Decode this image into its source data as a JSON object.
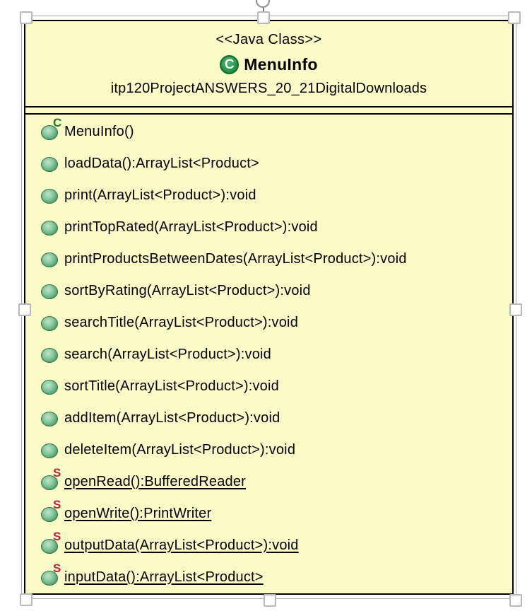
{
  "window": {
    "background_color": "#ffffff"
  },
  "class_box": {
    "stereotype": "<<Java Class>>",
    "class_icon_letter": "C",
    "class_name": "MenuInfo",
    "package_name": "itp120ProjectANSWERS_20_21DigitalDownloads",
    "badges": {
      "constructor_label": "C",
      "static_label": "S"
    },
    "colors": {
      "box_fill": "#fbfbc8",
      "box_border": "#000000",
      "class_icon_green": "#2c9a4e",
      "method_icon_green": "#5aa977",
      "constructor_badge_green": "#157a23",
      "static_badge_red": "#c2203d",
      "selection_handle_border": "#b9b9b9"
    },
    "methods": [
      {
        "label": "MenuInfo()",
        "kind": "constructor"
      },
      {
        "label": "loadData():ArrayList<Product>",
        "kind": "public"
      },
      {
        "label": "print(ArrayList<Product>):void",
        "kind": "public"
      },
      {
        "label": "printTopRated(ArrayList<Product>):void",
        "kind": "public"
      },
      {
        "label": "printProductsBetweenDates(ArrayList<Product>):void",
        "kind": "public"
      },
      {
        "label": "sortByRating(ArrayList<Product>):void",
        "kind": "public"
      },
      {
        "label": "searchTitle(ArrayList<Product>):void",
        "kind": "public"
      },
      {
        "label": "search(ArrayList<Product>):void",
        "kind": "public"
      },
      {
        "label": "sortTitle(ArrayList<Product>):void",
        "kind": "public"
      },
      {
        "label": "addItem(ArrayList<Product>):void",
        "kind": "public"
      },
      {
        "label": "deleteItem(ArrayList<Product>):void",
        "kind": "public"
      },
      {
        "label": "openRead():BufferedReader",
        "kind": "public-static"
      },
      {
        "label": "openWrite():PrintWriter",
        "kind": "public-static"
      },
      {
        "label": "outputData(ArrayList<Product>):void",
        "kind": "public-static"
      },
      {
        "label": "inputData():ArrayList<Product>",
        "kind": "public-static"
      }
    ]
  }
}
